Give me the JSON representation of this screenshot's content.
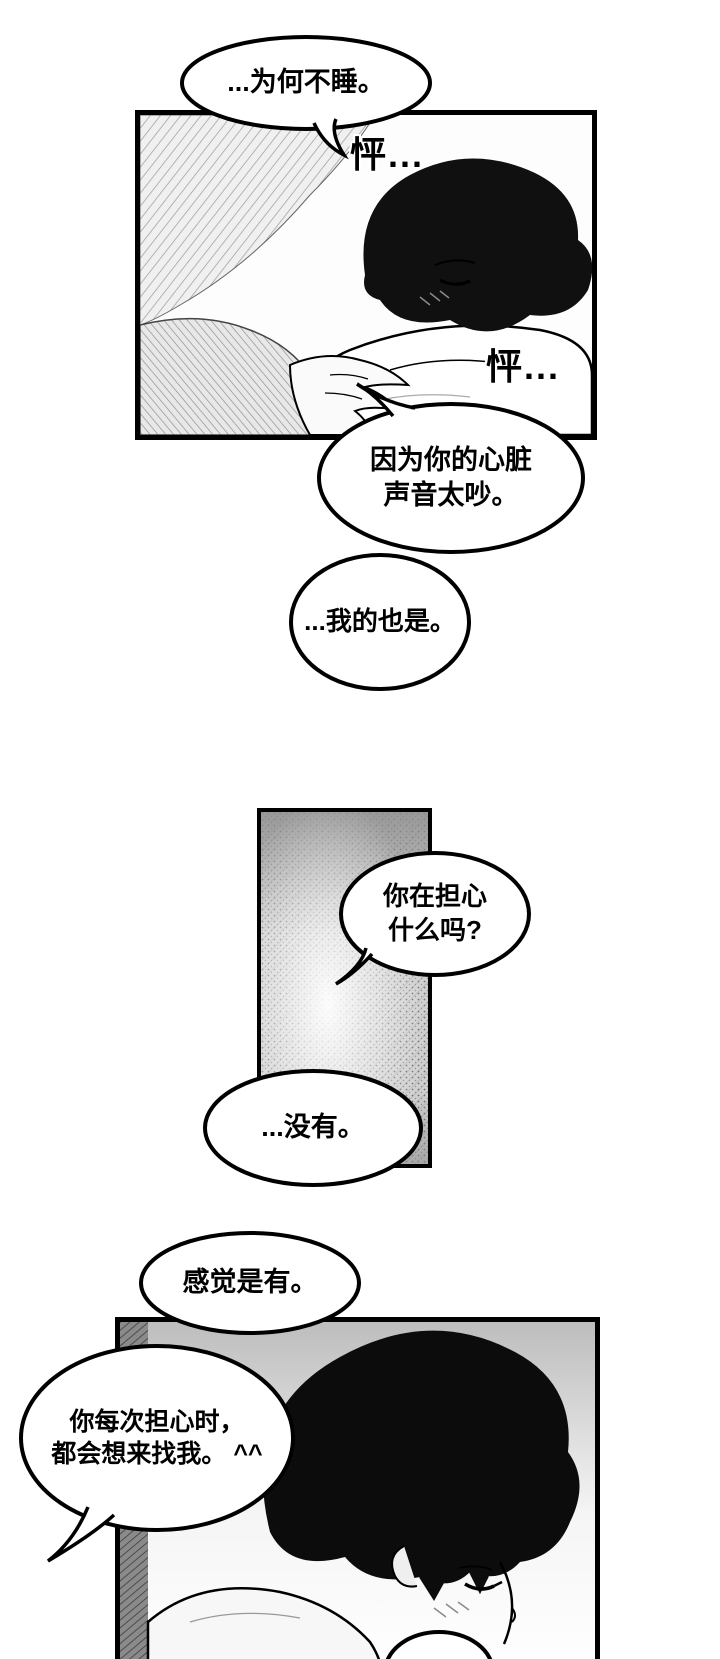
{
  "page": {
    "kind": "comic-page",
    "paper_color": "#ffffff",
    "ink_color": "#000000"
  },
  "bubbles": [
    {
      "name": "bubble-why-not-sleep",
      "text": "...为何不睡。"
    },
    {
      "name": "bubble-heart-too-loud",
      "text": "因为你的心脏\n声音太吵。"
    },
    {
      "name": "bubble-mine-too",
      "text": "...我的也是。"
    },
    {
      "name": "bubble-are-you-worried",
      "text": "你在担心\n什么吗?"
    },
    {
      "name": "bubble-no",
      "text": "...没有。"
    },
    {
      "name": "bubble-feels-like-yes",
      "text": "感觉是有。"
    },
    {
      "name": "bubble-you-come-find-me",
      "text": "你每次担心时，\n都会想来找我。 ^^"
    }
  ],
  "sfx": [
    {
      "name": "sfx-heartbeat-1",
      "text": "怦..."
    },
    {
      "name": "sfx-heartbeat-2",
      "text": "怦..."
    }
  ]
}
